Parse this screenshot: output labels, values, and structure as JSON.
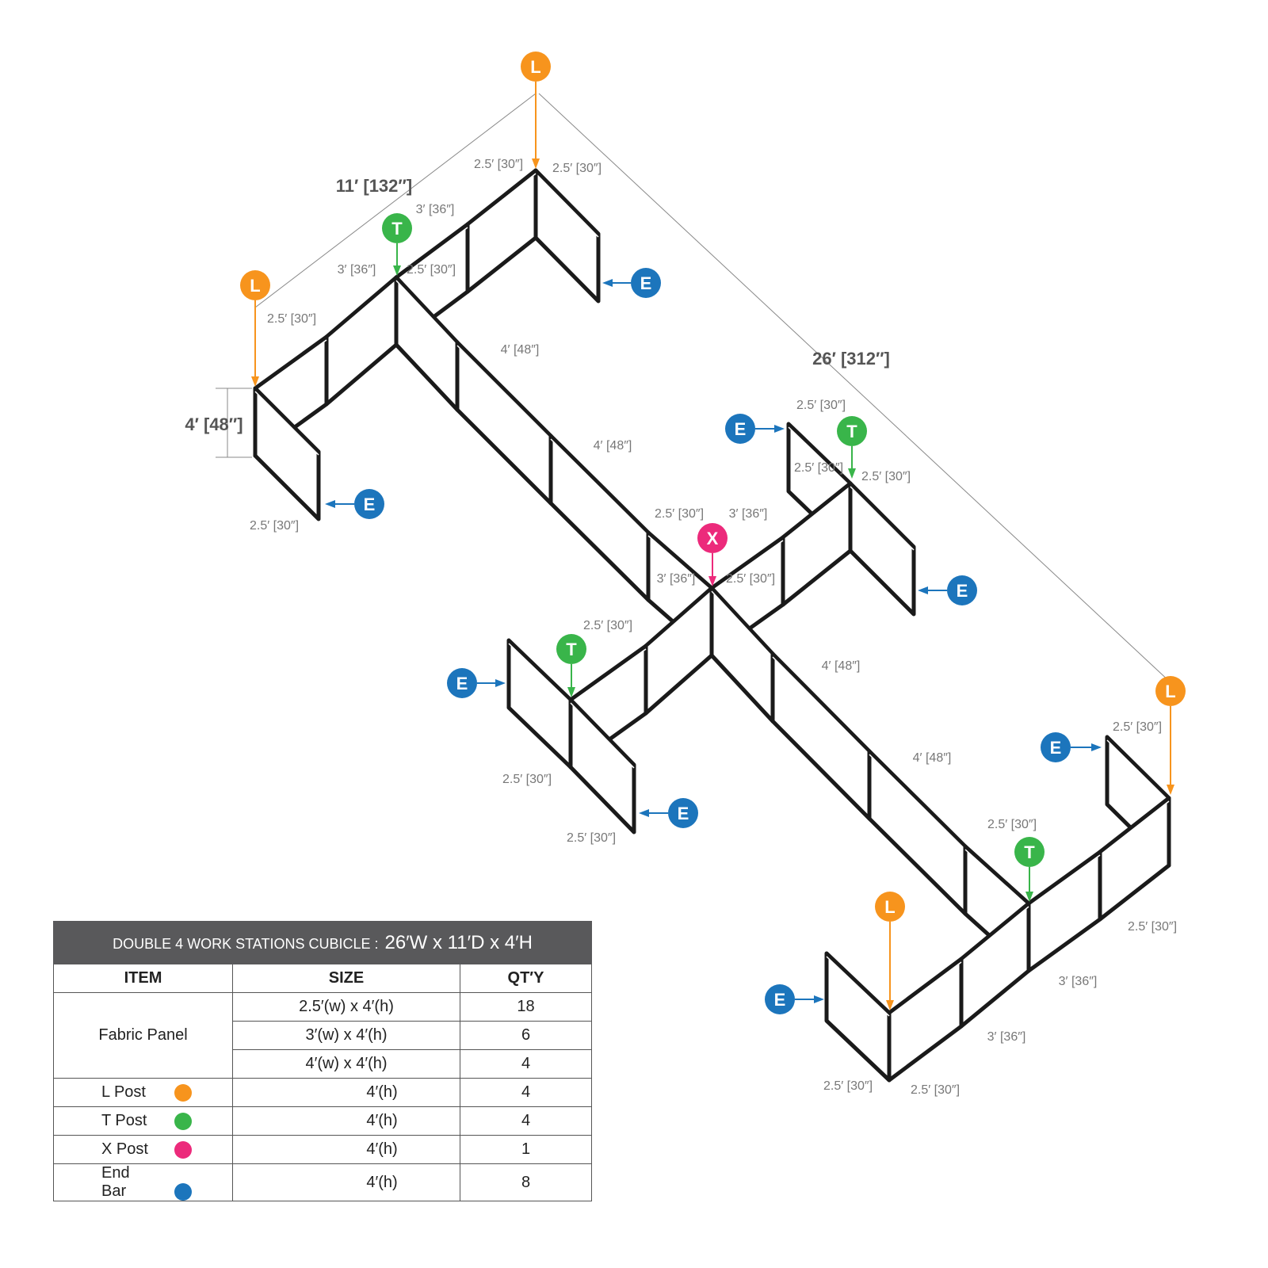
{
  "colors": {
    "l_post": "#f7941d",
    "t_post": "#39b54a",
    "x_post": "#ec2a7b",
    "end_bar": "#1c75bc",
    "panel": "#1a1a1a"
  },
  "dims": [
    "2.5′ [30″]",
    "2.5′ [30″]",
    "11′ [132″]",
    "3′ [36″]",
    "3′ [36″]",
    "2.5′ [30″]",
    "2.5′ [30″]",
    "4′ [48″]",
    "26′ [312″]",
    "4′ [48″]",
    "2.5′ [30″]",
    "4′ [48″]",
    "2.5′ [30″]",
    "2.5′ [30″]",
    "2.5′ [30″]",
    "3′ [36″]",
    "2.5′ [30″]",
    "3′ [36″]",
    "2.5′ [30″]",
    "2.5′ [30″]",
    "4′ [48″]",
    "2.5′ [30″]",
    "4′ [48″]",
    "2.5′ [30″]",
    "2.5′ [30″]",
    "2.5′ [30″]",
    "2.5′ [30″]",
    "3′ [36″]",
    "3′ [36″]",
    "2.5′ [30″]",
    "2.5′ [30″]"
  ],
  "markers": [
    {
      "label": "L",
      "kind": "l_post"
    },
    {
      "label": "L",
      "kind": "l_post"
    },
    {
      "label": "T",
      "kind": "t_post"
    },
    {
      "label": "E",
      "kind": "end_bar"
    },
    {
      "label": "E",
      "kind": "end_bar"
    },
    {
      "label": "E",
      "kind": "end_bar"
    },
    {
      "label": "T",
      "kind": "t_post"
    },
    {
      "label": "X",
      "kind": "x_post"
    },
    {
      "label": "E",
      "kind": "end_bar"
    },
    {
      "label": "T",
      "kind": "t_post"
    },
    {
      "label": "E",
      "kind": "end_bar"
    },
    {
      "label": "E",
      "kind": "end_bar"
    },
    {
      "label": "E",
      "kind": "end_bar"
    },
    {
      "label": "L",
      "kind": "l_post"
    },
    {
      "label": "T",
      "kind": "t_post"
    },
    {
      "label": "L",
      "kind": "l_post"
    },
    {
      "label": "E",
      "kind": "end_bar"
    }
  ],
  "table": {
    "title": "DOUBLE 4 WORK STATIONS  CUBICLE  :",
    "title_dims": "26′W x 11′D x 4′H",
    "headers": {
      "item": "ITEM",
      "size": "SIZE",
      "qty": "QT′Y"
    },
    "fabric_panel": {
      "item": "Fabric Panel",
      "rows": [
        {
          "size": "2.5′(w) x 4′(h)",
          "qty": "18"
        },
        {
          "size": "3′(w) x 4′(h)",
          "qty": "6"
        },
        {
          "size": "4′(w) x 4′(h)",
          "qty": "4"
        }
      ]
    },
    "posts": [
      {
        "item": "L Post",
        "size": "4′(h)",
        "qty": "4"
      },
      {
        "item": "T Post",
        "size": "4′(h)",
        "qty": "4"
      },
      {
        "item": "X Post",
        "size": "4′(h)",
        "qty": "1"
      },
      {
        "item": "End Bar",
        "size": "4′(h)",
        "qty": "8"
      }
    ]
  }
}
